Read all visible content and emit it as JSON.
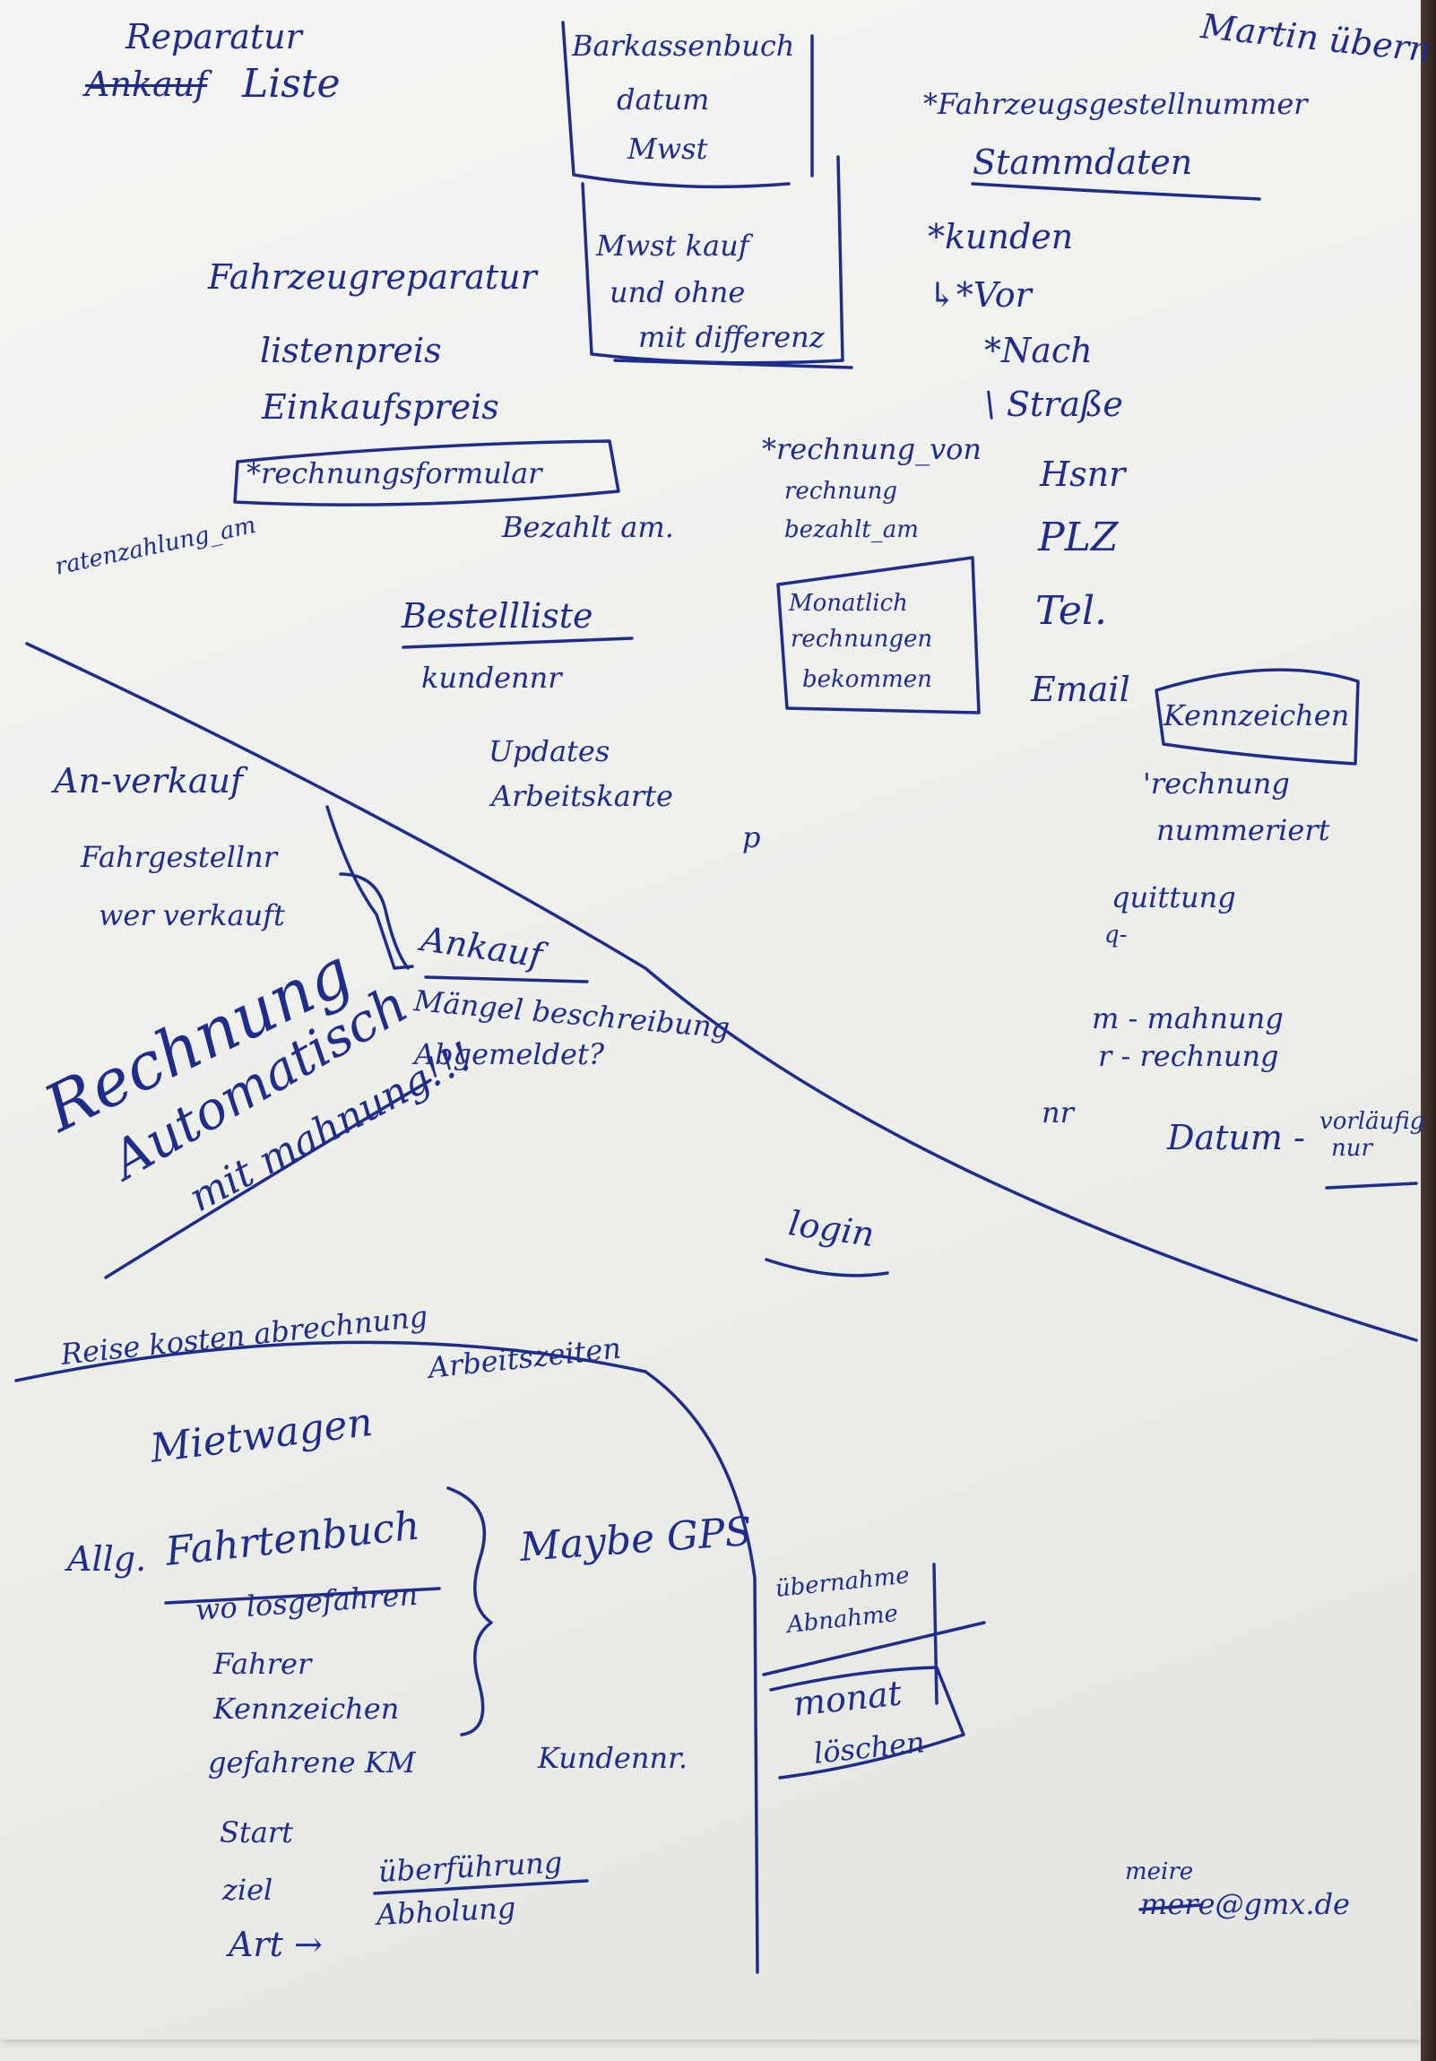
{
  "notes": {
    "reparatur": "Reparatur",
    "ankauf_struck": "Ankauf",
    "liste": "Liste",
    "barkassenbuch": "Barkassenbuch",
    "datum": "datum",
    "mwst": "Mwst",
    "mwst_kauf": "Mwst kauf",
    "und_ohne": "und ohne",
    "mit_differenz": "mit differenz",
    "martin_uebern": "Martin übern",
    "fahrzeuggestellnummer": "*Fahrzeugsgestellnummer",
    "stammdaten": "Stammdaten",
    "kunden": "*kunden",
    "vor": "↳*Vor",
    "nach": "*Nach",
    "strasse": "\\ Straße",
    "hsnr": "Hsnr",
    "plz": "PLZ",
    "tel": "Tel.",
    "email": "Email",
    "kennzeichen": "Kennzeichen",
    "rechnung_nummeriert_1": "'rechnung",
    "rechnung_nummeriert_2": "nummeriert",
    "quittung": "quittung",
    "q_dash": "q-",
    "m_mahnung": "m - mahnung",
    "r_rechnung": "r - rechnung",
    "nr": "nr",
    "datum_vorlaeufig": "Datum -",
    "vorlaeufig": "vorläufig",
    "nur": "nur",
    "fahrzeugreparatur": "Fahrzeugreparatur",
    "listenpreis": "listenpreis",
    "einkaufspreis": "Einkaufspreis",
    "rechnungsformular": "*rechnungsformular",
    "ratenzahlung_am": "ratenzahlung_am",
    "bezahlt_am": "Bezahlt am.",
    "rechnung_von": "*rechnung_von",
    "rechnung": "rechnung",
    "bezahlt_am_2": "bezahlt_am",
    "monatlich_1": "Monatlich",
    "monatlich_2": "rechnungen",
    "monatlich_3": "bekommen",
    "bestellliste": "Bestellliste",
    "kundennr": "kundennr",
    "updates": "Updates",
    "arbeitskarte": "Arbeitskarte",
    "p_mark": "p",
    "an_verkauf": "An-verkauf",
    "fahrgestellnr": "Fahrgestellnr",
    "wer_verkauft": "wer verkauft",
    "ankauf": "Ankauf",
    "mangel": "Mängel beschreibung",
    "abgemeldet": "Abgemeldet?",
    "rechnung_big": "Rechnung",
    "automatisch": "Automatisch",
    "mit_mahnung": "mit mahnung!!!",
    "login": "login",
    "reisekosten": "Reise kosten abrechnung",
    "arbeitszeiten": "Arbeitszeiten",
    "mietwagen": "Mietwagen",
    "allg": "Allg.",
    "fahrtenbuch": "Fahrtenbuch",
    "wo_losgefahren": "wo losgefahren",
    "fahrer": "Fahrer",
    "kennzeichen_2": "Kennzeichen",
    "gefahrene_km": "gefahrene KM",
    "start": "Start",
    "ziel": "ziel",
    "art": "Art →",
    "ueberfuehrung": "überführung",
    "abholung": "Abholung",
    "maybe_gps": "Maybe GPS",
    "kundennr_2": "Kundennr.",
    "uebernahme": "übernahme",
    "abnahme": "Abnahme",
    "monat": "monat",
    "loeschen": "löschen",
    "email_prefix": "meire",
    "email_addr": "mere@gmx.de"
  },
  "colors": {
    "ink": "#1f2c8a",
    "paper": "#f1f2ef"
  }
}
